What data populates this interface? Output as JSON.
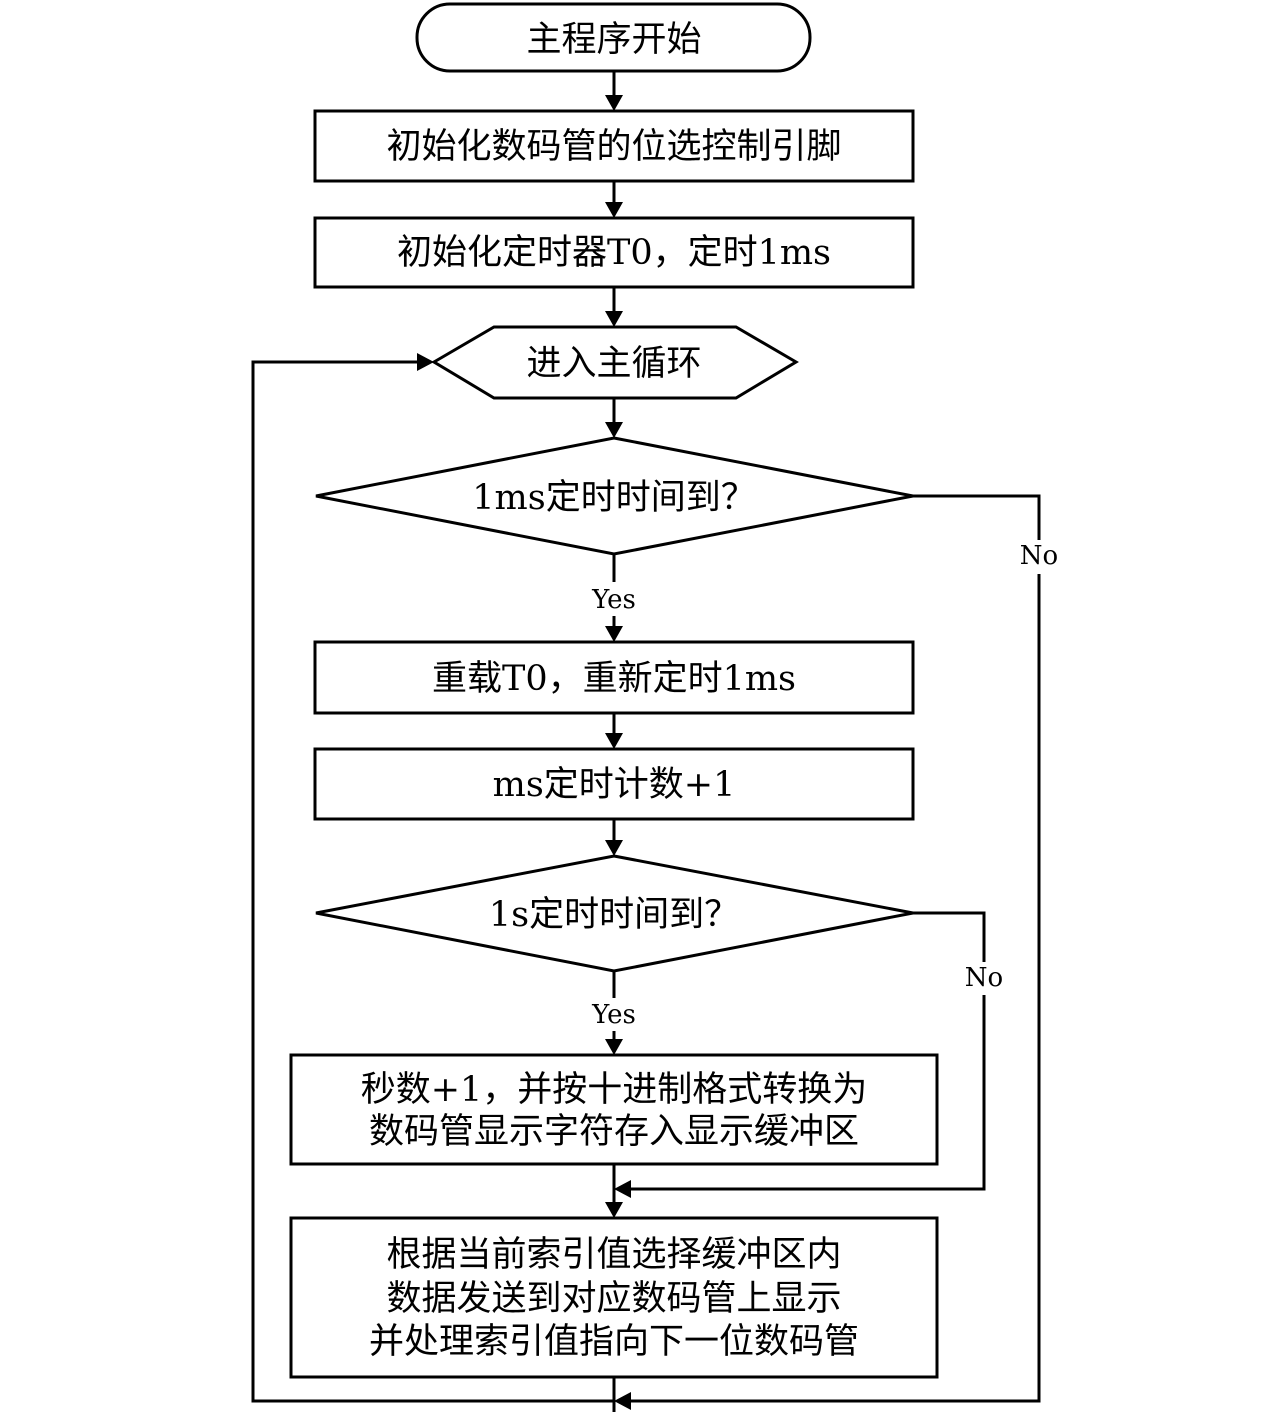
{
  "nodes": {
    "start": "主程序开始",
    "init_pins": "初始化数码管的位选控制引脚",
    "init_timer": "初始化定时器T0，定时1ms",
    "main_loop": "进入主循环",
    "check_1ms": "1ms定时时间到？",
    "reload": "重载T0，重新定时1ms",
    "ms_count": "ms定时计数+1",
    "check_1s": "1s定时时间到？",
    "seconds": [
      "秒数+1，并按十进制格式转换为",
      "数码管显示字符存入显示缓冲区"
    ],
    "display": [
      "根据当前索引值选择缓冲区内",
      "数据发送到对应数码管上显示",
      "并处理索引值指向下一位数码管"
    ]
  },
  "branches": {
    "yes_1ms": "Yes",
    "no_1ms": "No",
    "yes_1s": "Yes",
    "no_1s": "No"
  },
  "colors": {
    "stroke": "#000000",
    "fill": "#ffffff",
    "text": "#000000"
  }
}
